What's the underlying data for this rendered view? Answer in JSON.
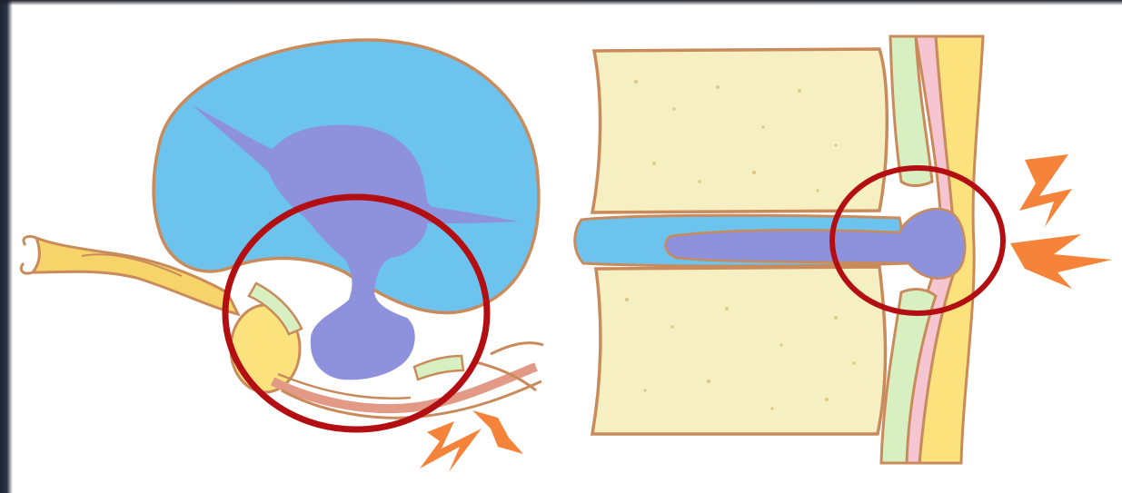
{
  "figure": {
    "left_panel": "axial-view-herniated-disc",
    "right_panel": "sagittal-view-herniated-disc",
    "annotations": "red-circle-highlights",
    "icons": [
      "lightning-pain-icon",
      "lightning-pain-icon"
    ]
  },
  "colors": {
    "disc_blue": "#6cc4ee",
    "disc_dark": "#8e92dc",
    "outline": "#c98b5b",
    "vertebra": "#f6efc2",
    "ligament_green": "#d8efc2",
    "cord_yellow": "#fbe27d",
    "cord_pink": "#f5c6d1",
    "nerve_yellow": "#f6d46a",
    "nerve_red": "#e29a86",
    "highlight_red": "#b30f12",
    "pain_orange": "#f5833a",
    "frame_dark": "#1f2433"
  }
}
